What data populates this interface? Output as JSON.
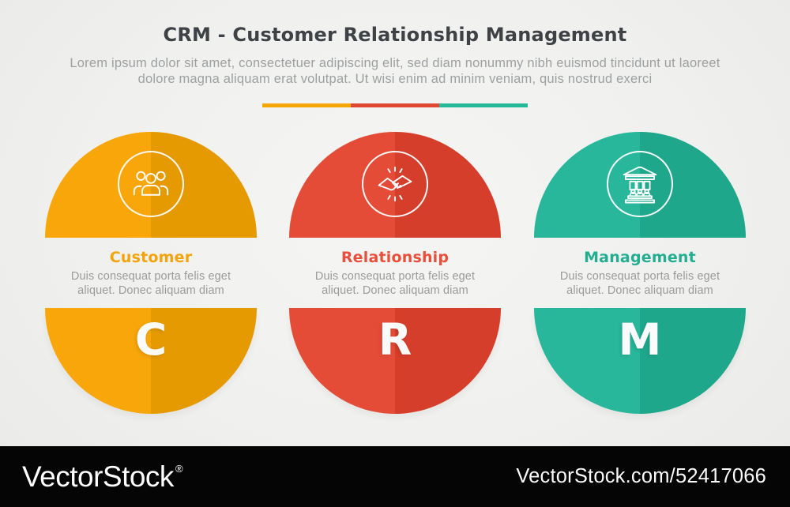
{
  "header": {
    "title": "CRM - Customer Relationship Management",
    "subtitle": "Lorem ipsum dolor sit amet, consectetuer adipiscing elit, sed diam nonummy nibh euismod tincidunt ut laoreet dolore magna aliquam erat volutpat. Ut wisi enim ad minim veniam, quis nostrud exerci"
  },
  "divider": {
    "colors": [
      "#F5A602",
      "#DF4733",
      "#25B899"
    ]
  },
  "items": [
    {
      "letter": "C",
      "title": "Customer",
      "description": "Duis consequat porta felis eget aliquet. Donec aliquam diam",
      "icon": "users-group-icon",
      "color_light": "#F8A60A",
      "color_dark": "#E59A02",
      "title_color": "#F5A30B"
    },
    {
      "letter": "R",
      "title": "Relationship",
      "description": "Duis consequat porta felis eget aliquet. Donec aliquam diam",
      "icon": "handshake-icon",
      "color_light": "#E54C38",
      "color_dark": "#D53E2B",
      "title_color": "#E8503C"
    },
    {
      "letter": "M",
      "title": "Management",
      "description": "Duis consequat porta felis eget aliquet. Donec aliquam diam",
      "icon": "institution-building-icon",
      "color_light": "#28B79B",
      "color_dark": "#1FA78B",
      "title_color": "#23AE92"
    }
  ],
  "watermark": {
    "brand": "VectorStock",
    "registered": "®",
    "url_text": "VectorStock.com/52417066",
    "bar_color": "#050505"
  }
}
